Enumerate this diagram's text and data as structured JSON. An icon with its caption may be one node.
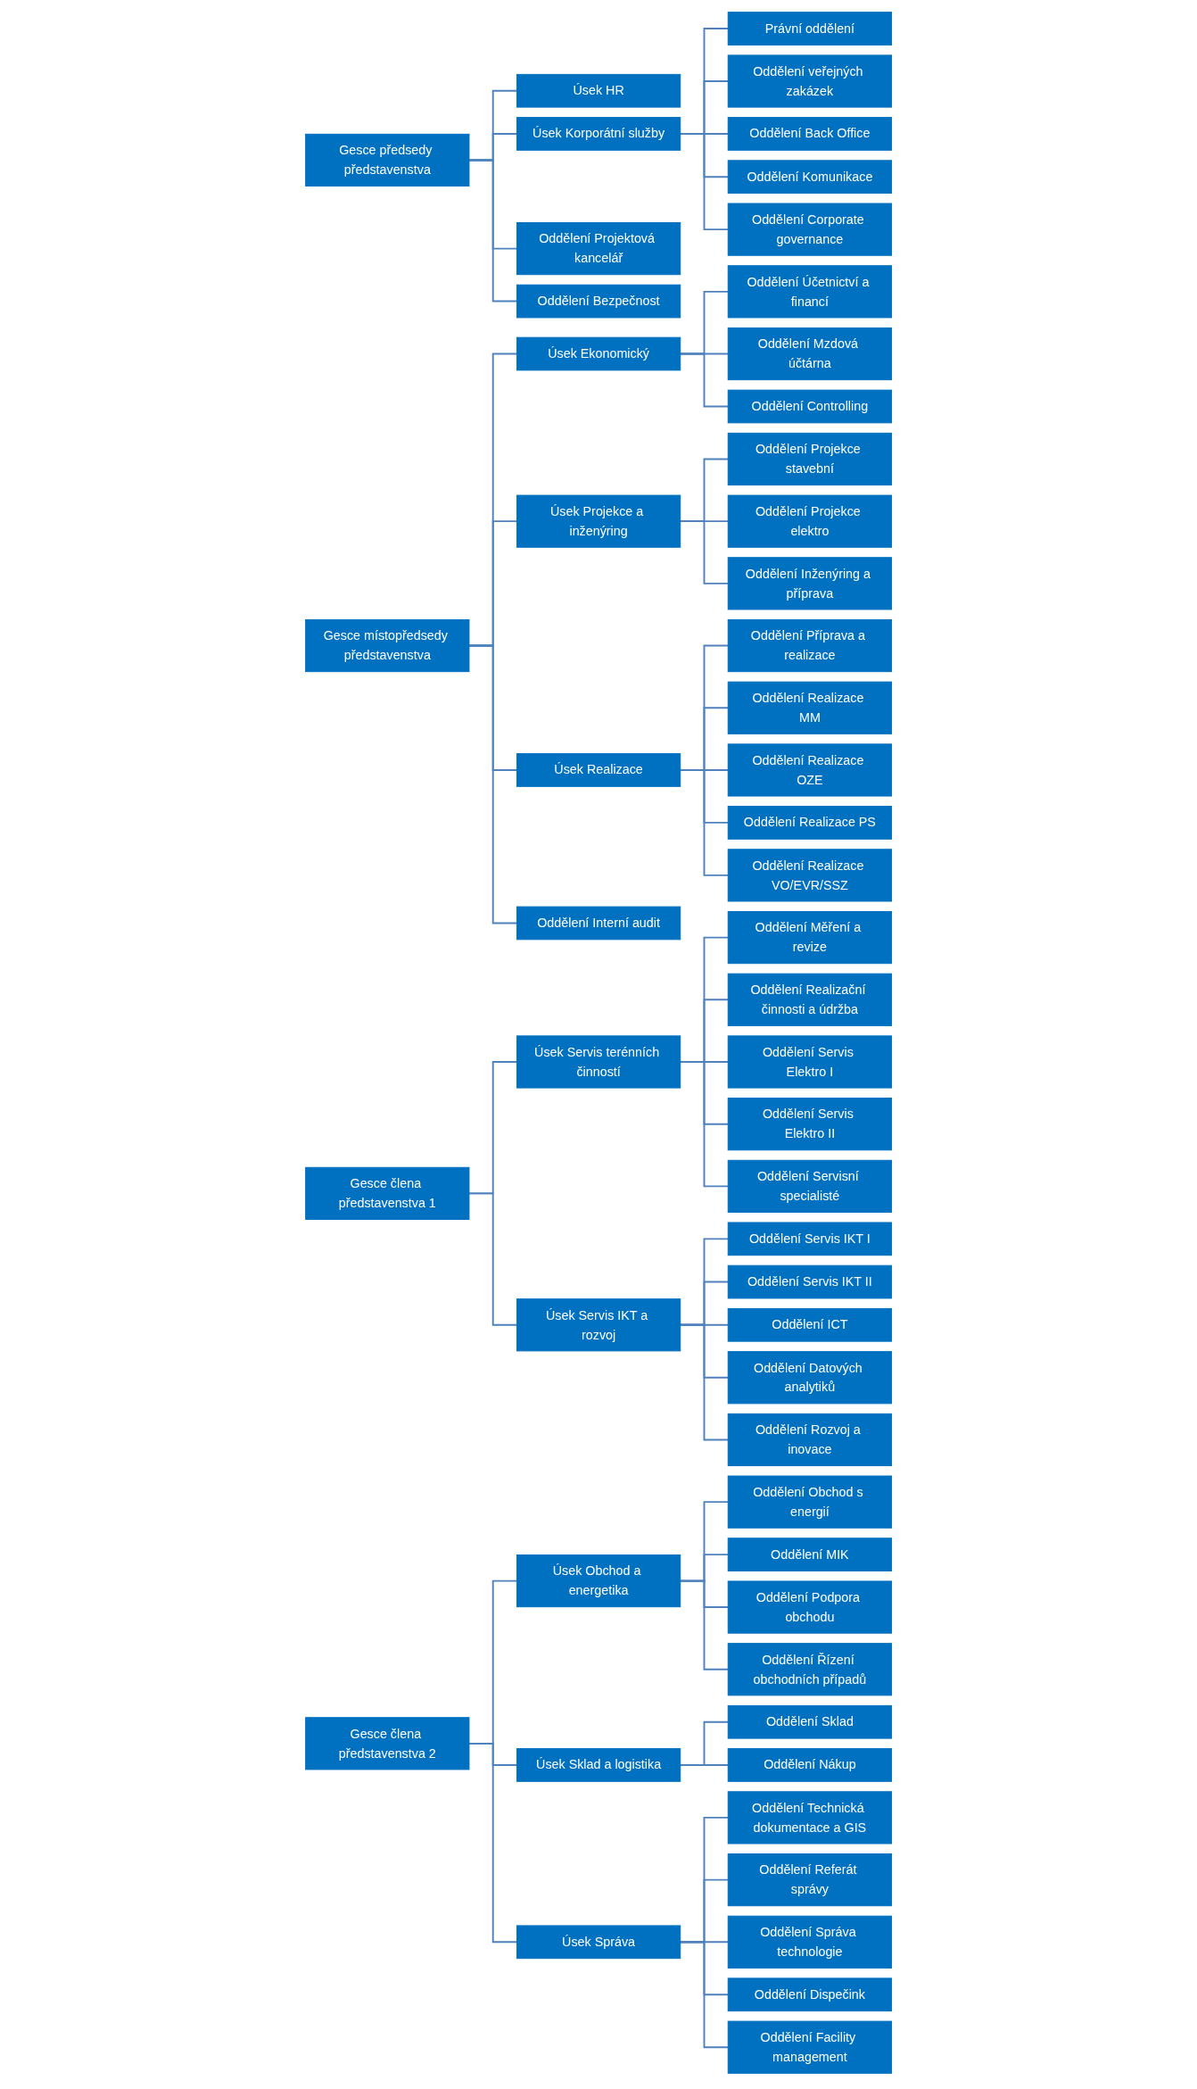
{
  "diagram": {
    "nodes": [
      {
        "text": [
          "Gesce předsedy představenstva"
        ]
      },
      {
        "text": [
          "Úsek HR"
        ]
      },
      {
        "text": [
          "Úsek Korporátní služby"
        ]
      },
      {
        "text": [
          "Oddělení Projektová kancelář"
        ]
      },
      {
        "text": [
          "Oddělení Bezpečnost"
        ]
      },
      {
        "text": [
          "Právní oddělení"
        ]
      },
      {
        "text": [
          "Oddělení veřejných zakázek"
        ]
      },
      {
        "text": [
          "Oddělení Back Office"
        ]
      },
      {
        "text": [
          "Oddělení Komunikace"
        ]
      },
      {
        "text": [
          "Oddělení Corporate governance"
        ]
      },
      {
        "text": [
          "Gesce místopředsedy představenstva"
        ]
      },
      {
        "text": [
          "Úsek Ekonomický"
        ]
      },
      {
        "text": [
          "Úsek Projekce a inženýring"
        ]
      },
      {
        "text": [
          "Úsek Realizace"
        ]
      },
      {
        "text": [
          "Oddělení Interní audit"
        ]
      },
      {
        "text": [
          "Oddělení Účetnictví a financí"
        ]
      },
      {
        "text": [
          "Oddělení Mzdová účtárna"
        ]
      },
      {
        "text": [
          "Oddělení Controlling"
        ]
      },
      {
        "text": [
          "Oddělení Projekce stavební"
        ]
      },
      {
        "text": [
          "Oddělení Projekce elektro"
        ]
      },
      {
        "text": [
          "Oddělení Inženýring a příprava"
        ]
      },
      {
        "text": [
          "Oddělení Příprava a realizace"
        ]
      },
      {
        "text": [
          "Oddělení Realizace MM"
        ]
      },
      {
        "text": [
          "Oddělení Realizace OZE"
        ]
      },
      {
        "text": [
          "Oddělení Realizace PS"
        ]
      },
      {
        "text": [
          "Oddělení Realizace VO/EVR/SSZ"
        ]
      },
      {
        "text": [
          "Gesce člena představenstva 1"
        ]
      },
      {
        "text": [
          "Úsek Servis terénních činností"
        ]
      },
      {
        "text": [
          "Úsek Servis IKT a rozvoj"
        ]
      },
      {
        "text": [
          "Oddělení Měření a revize"
        ]
      },
      {
        "text": [
          "Oddělení Realizační činnosti a údržba"
        ]
      },
      {
        "text": [
          "Oddělení Servis Elektro I"
        ]
      },
      {
        "text": [
          "Oddělení Servis Elektro II"
        ]
      },
      {
        "text": [
          "Oddělení Servisní specialisté"
        ]
      },
      {
        "text": [
          "Oddělení Servis IKT I"
        ]
      },
      {
        "text": [
          "Oddělení Servis IKT II"
        ]
      },
      {
        "text": [
          "Oddělení ICT"
        ]
      },
      {
        "text": [
          "Oddělení Datových analytiků"
        ]
      },
      {
        "text": [
          "Oddělení Rozvoj a inovace"
        ]
      },
      {
        "text": [
          "Gesce člena představenstva 2"
        ]
      },
      {
        "text": [
          "Úsek Obchod a energetika"
        ]
      },
      {
        "text": [
          "Úsek Sklad a logistika"
        ]
      },
      {
        "text": [
          "Úsek Správa"
        ]
      },
      {
        "text": [
          "Oddělení Obchod s energií"
        ]
      },
      {
        "text": [
          "Oddělení MIK"
        ]
      },
      {
        "text": [
          "Oddělení Podpora obchodu"
        ]
      },
      {
        "text": [
          "Oddělení Řízení obchodních případů"
        ]
      },
      {
        "text": [
          "Oddělení Sklad"
        ]
      },
      {
        "text": [
          "Oddělení Nákup"
        ]
      },
      {
        "text": [
          "Oddělení Technická dokumentace a GIS"
        ]
      },
      {
        "text": [
          "Oddělení Referát správy"
        ]
      },
      {
        "text": [
          "Oddělení Správa technologie"
        ]
      },
      {
        "text": [
          "Oddělení Dispečink"
        ]
      },
      {
        "text": [
          "Oddělení Facility management"
        ]
      }
    ],
    "edges": [
      {
        "from": 0,
        "to": 1,
        "arrow": "none"
      },
      {
        "from": 0,
        "to": 2,
        "arrow": "none"
      },
      {
        "from": 0,
        "to": 3,
        "arrow": "none"
      },
      {
        "from": 0,
        "to": 4,
        "arrow": "none"
      },
      {
        "from": 2,
        "to": 5,
        "arrow": "none"
      },
      {
        "from": 2,
        "to": 6,
        "arrow": "none"
      },
      {
        "from": 2,
        "to": 7,
        "arrow": "none"
      },
      {
        "from": 2,
        "to": 8,
        "arrow": "none"
      },
      {
        "from": 2,
        "to": 9,
        "arrow": "none"
      },
      {
        "from": 10,
        "to": 11,
        "arrow": "none"
      },
      {
        "from": 10,
        "to": 12,
        "arrow": "none"
      },
      {
        "from": 10,
        "to": 13,
        "arrow": "none"
      },
      {
        "from": 10,
        "to": 14,
        "arrow": "none"
      },
      {
        "from": 11,
        "to": 15,
        "arrow": "none"
      },
      {
        "from": 11,
        "to": 16,
        "arrow": "none"
      },
      {
        "from": 11,
        "to": 17,
        "arrow": "none"
      },
      {
        "from": 12,
        "to": 18,
        "arrow": "none"
      },
      {
        "from": 12,
        "to": 19,
        "arrow": "none"
      },
      {
        "from": 12,
        "to": 20,
        "arrow": "none"
      },
      {
        "from": 13,
        "to": 21,
        "arrow": "none"
      },
      {
        "from": 13,
        "to": 22,
        "arrow": "none"
      },
      {
        "from": 13,
        "to": 23,
        "arrow": "none"
      },
      {
        "from": 13,
        "to": 24,
        "arrow": "none"
      },
      {
        "from": 13,
        "to": 25,
        "arrow": "none"
      },
      {
        "from": 26,
        "to": 27,
        "arrow": "none"
      },
      {
        "from": 26,
        "to": 28,
        "arrow": "none"
      },
      {
        "from": 27,
        "to": 29,
        "arrow": "none"
      },
      {
        "from": 27,
        "to": 30,
        "arrow": "none"
      },
      {
        "from": 27,
        "to": 31,
        "arrow": "none"
      },
      {
        "from": 27,
        "to": 32,
        "arrow": "none"
      },
      {
        "from": 27,
        "to": 33,
        "arrow": "none"
      },
      {
        "from": 28,
        "to": 34,
        "arrow": "none"
      },
      {
        "from": 28,
        "to": 35,
        "arrow": "none"
      },
      {
        "from": 28,
        "to": 36,
        "arrow": "none"
      },
      {
        "from": 28,
        "to": 37,
        "arrow": "none"
      },
      {
        "from": 28,
        "to": 38,
        "arrow": "none"
      },
      {
        "from": 39,
        "to": 40,
        "arrow": "none"
      },
      {
        "from": 39,
        "to": 41,
        "arrow": "none"
      },
      {
        "from": 39,
        "to": 42,
        "arrow": "none"
      },
      {
        "from": 40,
        "to": 43,
        "arrow": "none"
      },
      {
        "from": 40,
        "to": 44,
        "arrow": "none"
      },
      {
        "from": 40,
        "to": 45,
        "arrow": "none"
      },
      {
        "from": 40,
        "to": 46,
        "arrow": "none"
      },
      {
        "from": 41,
        "to": 47,
        "arrow": "none"
      },
      {
        "from": 41,
        "to": 48,
        "arrow": "none"
      },
      {
        "from": 42,
        "to": 49,
        "arrow": "none"
      },
      {
        "from": 42,
        "to": 50,
        "arrow": "none"
      },
      {
        "from": 42,
        "to": 51,
        "arrow": "none"
      },
      {
        "from": 42,
        "to": 52,
        "arrow": "none"
      },
      {
        "from": 42,
        "to": 53,
        "arrow": "none"
      }
    ]
  }
}
